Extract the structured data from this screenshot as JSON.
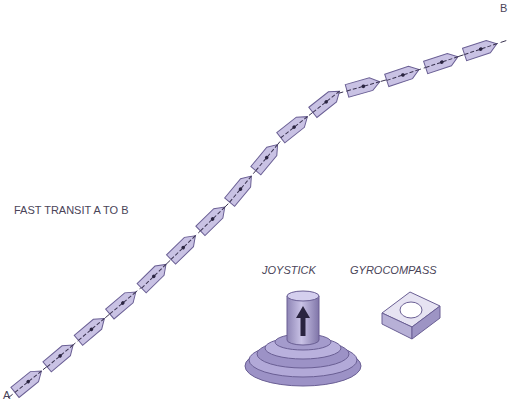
{
  "diagram": {
    "labels": [
      "FAST TRANSIT A TO B",
      "JOYSTICK",
      "GYROCOMPASS",
      "A",
      "B"
    ]
  }
}
